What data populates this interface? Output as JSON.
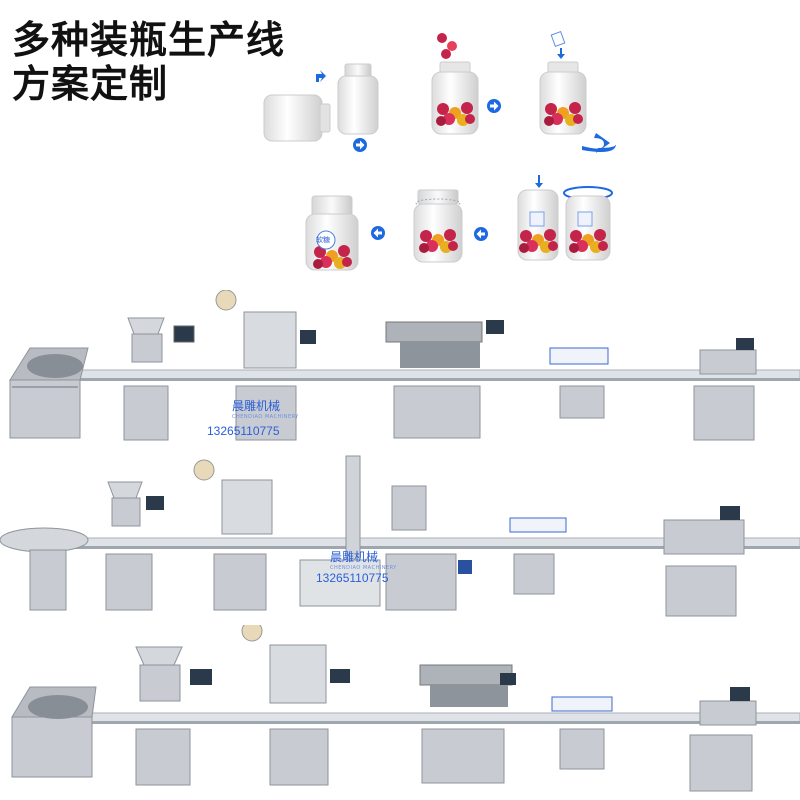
{
  "title": {
    "line1": "多种装瓶生产线",
    "line2": "方案定制"
  },
  "process": {
    "bottle_label": "软糖"
  },
  "watermarks": [
    {
      "brand": "晨雕机械",
      "brand_en": "CHENDIAO MACHINERY",
      "phone": "13265110775"
    },
    {
      "brand": "晨雕机械",
      "brand_en": "CHENDIAO MACHINERY",
      "phone": "13265110775"
    }
  ],
  "colors": {
    "arrow_blue": "#1d6ae0",
    "gummy_red": "#c4234a",
    "gummy_orange": "#f0a020",
    "steel": "#c8ccd2",
    "steel_dark": "#8e949c",
    "belt": "#dfe3e8"
  }
}
